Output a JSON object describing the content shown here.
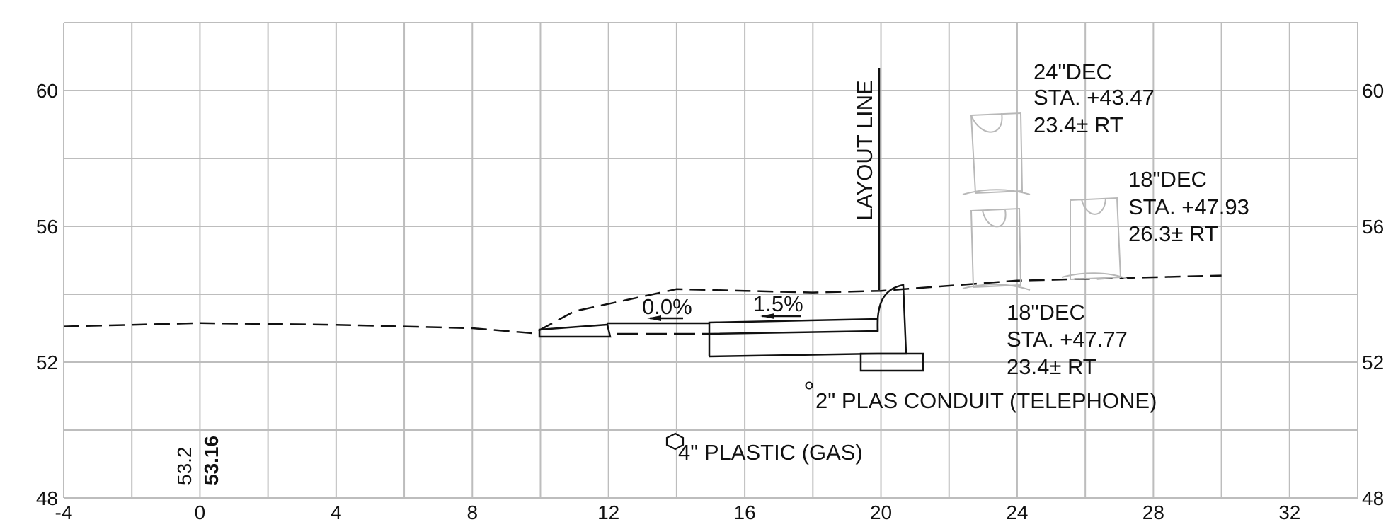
{
  "chart_data": {
    "type": "diagram",
    "title": "",
    "xlabel": "",
    "ylabel": "",
    "xlim": [
      -4,
      34
    ],
    "ylim": [
      48,
      62
    ],
    "grid": true,
    "x_ticks": [
      "-4",
      "0",
      "4",
      "8",
      "12",
      "16",
      "20",
      "24",
      "28",
      "32"
    ],
    "y_ticks": [
      "48",
      "52",
      "56",
      "60"
    ],
    "y_ticks_right": [
      "48",
      "52",
      "56",
      "60"
    ],
    "elevation_labels": {
      "existing": "53.2",
      "proposed": "53.16"
    },
    "slope_labels": [
      "0.0%",
      "1.5%"
    ],
    "layout_line_label": "LAYOUT LINE",
    "utility_labels": [
      "2\" PLAS CONDUIT (TELEPHONE)",
      "4\" PLASTIC (GAS)"
    ],
    "structure_callouts": [
      {
        "lines": [
          "24\"DEC",
          "STA. +43.47",
          "23.4± RT"
        ]
      },
      {
        "lines": [
          "18\"DEC",
          "STA. +47.93",
          "26.3± RT"
        ]
      },
      {
        "lines": [
          "18\"DEC",
          "STA. +47.77",
          "23.4± RT"
        ]
      }
    ],
    "existing_ground": [
      [
        -4,
        53.05
      ],
      [
        0,
        53.15
      ],
      [
        4,
        53.1
      ],
      [
        8,
        53.0
      ],
      [
        9.8,
        52.85
      ],
      [
        11,
        53.5
      ],
      [
        14,
        54.15
      ],
      [
        16,
        54.1
      ],
      [
        18,
        54.05
      ],
      [
        20,
        54.1
      ],
      [
        24,
        54.4
      ],
      [
        28,
        54.5
      ],
      [
        30,
        54.55
      ]
    ],
    "colors": {
      "grid": "#bdbdbd",
      "line": "#111111",
      "existing_structure": "#b8b8b8"
    }
  }
}
